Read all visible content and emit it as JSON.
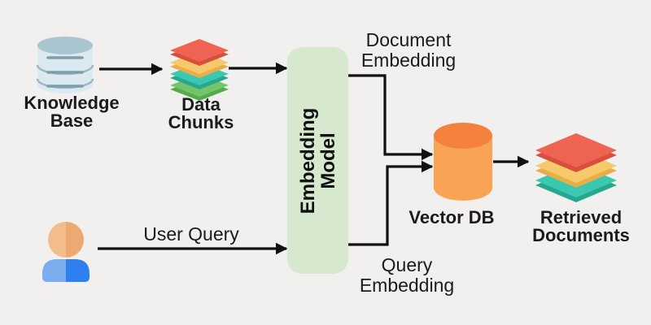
{
  "diagram": {
    "type": "flowchart",
    "nodes": {
      "knowledge_base": {
        "label": "Knowledge Base",
        "icon": "database-icon"
      },
      "data_chunks": {
        "label": "Data Chunks",
        "icon": "stacked-layers-icon"
      },
      "embedding_model": {
        "label": "Embedding Model",
        "shape": "rounded-rectangle"
      },
      "vector_db": {
        "label": "Vector DB",
        "icon": "database-cylinder-icon"
      },
      "retrieved_documents": {
        "label": "Retrieved Documents",
        "icon": "stacked-layers-icon"
      },
      "user": {
        "icon": "person-icon"
      }
    },
    "edge_labels": {
      "user_query": "User Query",
      "document_embedding": "Document Embedding",
      "query_embedding": "Query Embedding"
    },
    "colors": {
      "background": "#f1f0ee",
      "arrow": "#111111",
      "text": "#1b1b1b",
      "embedding_model_fill": "#d6e9cf",
      "knowledge_base_body": "#dbe9f1",
      "knowledge_base_top": "#a9c5d0",
      "vector_db_body": "#f9a455",
      "vector_db_top": "#f5823c",
      "layer_red": "#ee6352",
      "layer_yellow": "#f6c96b",
      "layer_teal": "#3bc8b1",
      "layer_green": "#74c56a",
      "user_head_left": "#f3bd8b",
      "user_head_right": "#eda96f",
      "user_body_left": "#7aaef0",
      "user_body_right": "#2e7ff0"
    }
  }
}
